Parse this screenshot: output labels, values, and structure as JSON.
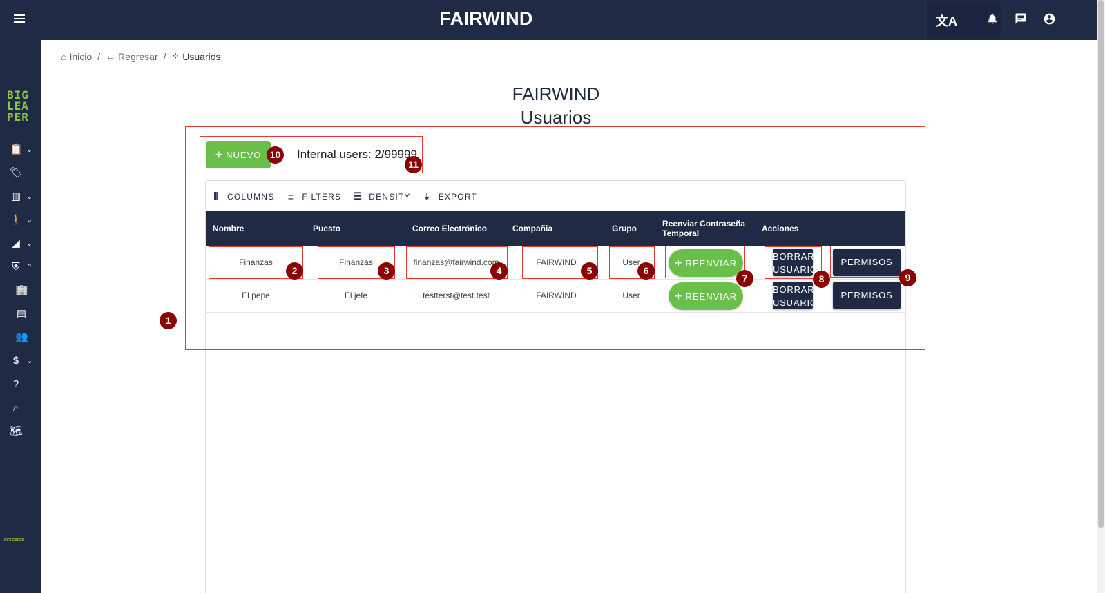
{
  "header": {
    "brand": "FAIRWIND",
    "translate_icon": "translate-icon",
    "icons": [
      "bell-icon",
      "chat-icon",
      "account-circle-icon"
    ]
  },
  "sidebar": {
    "logo_lines": [
      "BIG",
      "LEA",
      "PER"
    ],
    "mini_logo": "BIGLEAPER",
    "items": [
      {
        "icon": "clipboard-icon",
        "has_chevron": true
      },
      {
        "icon": "tag-icon",
        "has_chevron": false
      },
      {
        "icon": "bar-chart-icon",
        "has_chevron": true
      },
      {
        "icon": "person-walking-icon",
        "has_chevron": true
      },
      {
        "icon": "settings-signal-icon",
        "has_chevron": true
      },
      {
        "icon": "shield-gear-icon",
        "has_chevron": true
      },
      {
        "icon": "building-icon",
        "has_chevron": false
      },
      {
        "icon": "pdf-icon",
        "has_chevron": false
      },
      {
        "icon": "people-icon",
        "has_chevron": false
      },
      {
        "icon": "money-icon",
        "has_chevron": true
      },
      {
        "icon": "help-icon",
        "has_chevron": false
      },
      {
        "icon": "search-icon",
        "has_chevron": false
      },
      {
        "icon": "map-icon",
        "has_chevron": false
      }
    ]
  },
  "breadcrumb": {
    "home": "Inicio",
    "back": "Regresar",
    "current": "Usuarios"
  },
  "title": {
    "company": "FAIRWIND",
    "page": "Usuarios"
  },
  "actions": {
    "new_label": "NUEVO",
    "internal_users": "Internal users: 2/99999"
  },
  "toolbar": {
    "columns": "COLUMNS",
    "filters": "FILTERS",
    "density": "DENSITY",
    "export": "EXPORT"
  },
  "table": {
    "headers": {
      "nombre": "Nombre",
      "puesto": "Puesto",
      "correo": "Correo Electrónico",
      "compania": "Compañia",
      "grupo": "Grupo",
      "reenviar": "Reenviar Contraseña Temporal",
      "acciones": "Acciones"
    },
    "rows": [
      {
        "nombre": "Finanzas",
        "puesto": "Finanzas",
        "correo": "finanzas@fairwind.com",
        "compania": "FAIRWIND",
        "grupo": "User"
      },
      {
        "nombre": "El pepe",
        "puesto": "El jefe",
        "correo": "testterst@test.test",
        "compania": "FAIRWIND",
        "grupo": "User"
      }
    ],
    "resend_label": "REENVIAR",
    "delete_label_1": "BORRAR",
    "delete_label_2": "USUARIO",
    "permissions_label": "PERMISOS"
  },
  "annotations": [
    "1",
    "2",
    "3",
    "4",
    "5",
    "6",
    "7",
    "8",
    "9",
    "10",
    "11"
  ],
  "colors": {
    "navy": "#1f2a44",
    "green": "#6abf4b",
    "annotation_red": "#e53935",
    "badge": "#8b0000",
    "logo_green": "#8cc63f"
  }
}
